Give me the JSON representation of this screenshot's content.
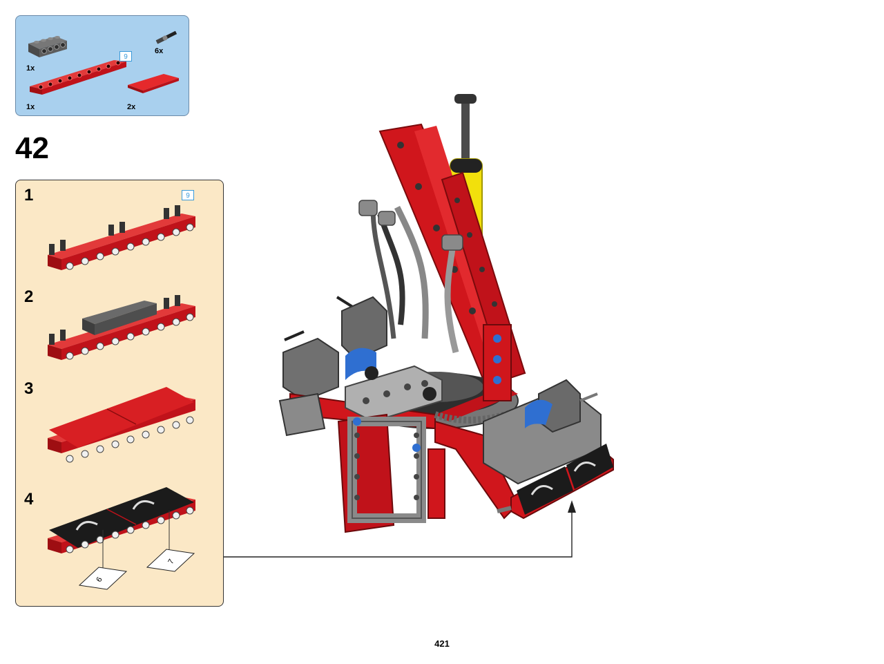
{
  "parts_list": {
    "items": [
      {
        "name": "dark grey technic brick 1x4 with holes",
        "qty": "1x"
      },
      {
        "name": "black axle pin",
        "qty": "6x"
      },
      {
        "name": "red technic liftarm 9",
        "qty": "1x",
        "ref": "9"
      },
      {
        "name": "red tile 2x4",
        "qty": "2x"
      }
    ]
  },
  "step": {
    "number": "42"
  },
  "substeps": [
    {
      "number": "1",
      "ref": "9"
    },
    {
      "number": "2"
    },
    {
      "number": "3"
    },
    {
      "number": "4",
      "stickers": [
        "6",
        "7"
      ]
    }
  ],
  "page": {
    "number": "421"
  },
  "colors": {
    "parts_bg": "#a9d0ee",
    "substep_bg": "#fbe8c6",
    "brick_red": "#d0161c",
    "dark_grey": "#5a5a5a",
    "light_grey": "#a8a8a8",
    "yellow": "#f2e00c",
    "blue": "#2f6fd1",
    "ref_blue": "#3a9ad9"
  }
}
